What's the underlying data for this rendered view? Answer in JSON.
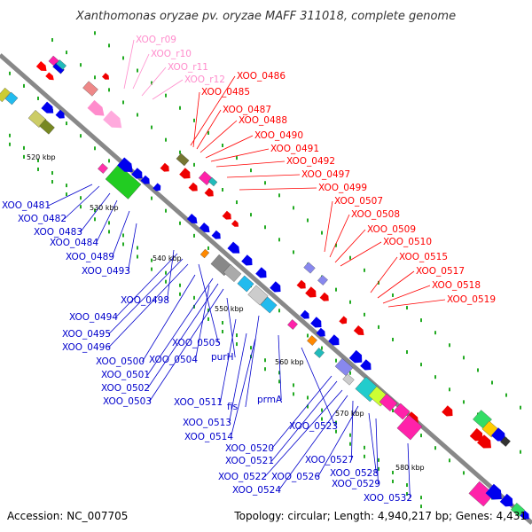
{
  "title": "Xanthomonas oryzae pv. oryzae MAFF 311018, complete genome",
  "accession": "Accession: NC_007705",
  "summary": "Topology: circular; Length: 4,940,217 bp; Genes: 4,431",
  "ticks": [
    "520 kbp",
    "530 kbp",
    "540 kbp",
    "550 kbp",
    "560 kbp",
    "570 kbp",
    "580 kbp"
  ],
  "colors": {
    "rna": "#ff8ccc",
    "plus_strand_label": "#ff0000",
    "minus_strand_label": "#0000cc",
    "backbone": "#888888"
  },
  "labels_rna": [
    "XOO_r09",
    "XOO_r10",
    "XOO_r11",
    "XOO_r12"
  ],
  "labels_top": [
    "XOO_0486",
    "XOO_0485",
    "XOO_0487",
    "XOO_0488",
    "XOO_0490",
    "XOO_0491",
    "XOO_0492",
    "XOO_0497",
    "XOO_0499",
    "XOO_0507",
    "XOO_0508",
    "XOO_0509",
    "XOO_0510",
    "XOO_0515",
    "XOO_0517",
    "XOO_0518",
    "XOO_0519"
  ],
  "labels_bottom": [
    "XOO_0481",
    "XOO_0482",
    "XOO_0483",
    "XOO_0484",
    "XOO_0489",
    "XOO_0493",
    "XOO_0498",
    "XOO_0494",
    "XOO_0495",
    "XOO_0496",
    "XOO_0505",
    "XOO_0500",
    "XOO_0504",
    "purH",
    "XOO_0501",
    "XOO_0502",
    "XOO_0503",
    "fis",
    "XOO_0511",
    "prmA",
    "XOO_0513",
    "XOO_0523",
    "XOO_0514",
    "XOO_0520",
    "XOO_0521",
    "XOO_0527",
    "XOO_0522",
    "XOO_0526",
    "XOO_0528",
    "XOO_0524",
    "XOO_0529",
    "XOO_0532"
  ]
}
